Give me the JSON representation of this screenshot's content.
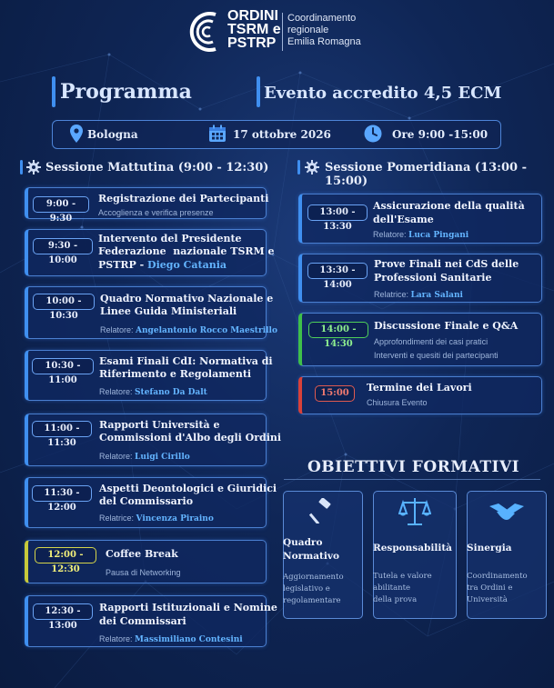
{
  "header": {
    "logo_line1": "ORDINI",
    "logo_line2a": "TSRM",
    "logo_line2b": "e",
    "logo_line3": "PSTRP",
    "org_line1": "Coordinamento",
    "org_line2": "regionale",
    "org_line3": "Emilia Romagna"
  },
  "titles": {
    "programma": "Programma",
    "evento": "Evento accredito 4,5 ECM"
  },
  "info": {
    "location": "Bologna",
    "date": "17 ottobre 2026",
    "time": "Ore 9:00 -15:00"
  },
  "morning": {
    "title": "Sessione Mattutina (9:00 - 12:30)",
    "items": [
      {
        "time": "9:00 - 9:30",
        "title1": "Registrazione dei Partecipanti",
        "sub": "Accoglienza e verifica presenze"
      },
      {
        "time": "9:30 - 10:00",
        "title1": "Intervento del Presidente",
        "title2": "Federazione  nazionale TSRM e",
        "title3a": "PSTRP - ",
        "speaker": "Diego Catania"
      },
      {
        "time": "10:00 - 10:30",
        "title1": "Quadro Normativo Nazionale e",
        "title2": "Linee Guida Ministeriali",
        "role": "Relatore: ",
        "speaker": "Angelantonio Rocco Maestrillo"
      },
      {
        "time": "10:30 - 11:00",
        "title1": "Esami Finali CdI: Normativa di",
        "title2": "Riferimento e Regolamenti",
        "role": "Relatore: ",
        "speaker": "Stefano Da Dalt"
      },
      {
        "time": "11:00 - 11:30",
        "title1": "Rapporti Università e",
        "title2": "Commissioni d'Albo degli Ordini",
        "role": "Relatore: ",
        "speaker": "Luigi Cirillo"
      },
      {
        "time": "11:30 - 12:00",
        "title1": "Aspetti Deontologici e Giuridici",
        "title2": "del Commissario",
        "role": "Relatrice: ",
        "speaker": "Vincenza Piraino"
      },
      {
        "time": "12:00 - 12:30",
        "title1": "Coffee Break",
        "sub": "Pausa di Networking"
      },
      {
        "time": "12:30 - 13:00",
        "title1": "Rapporti Istituzionali e Nomine",
        "title2": "dei Commissari",
        "role": "Relatore: ",
        "speaker": "Massimiliano Contesini"
      }
    ]
  },
  "afternoon": {
    "title": "Sessione Pomeridiana (13:00 - 15:00)",
    "items": [
      {
        "time": "13:00 - 13:30",
        "title1": "Assicurazione della qualità",
        "title2": "dell'Esame",
        "role": "Relatore: ",
        "speaker": "Luca Pingani"
      },
      {
        "time": "13:30 - 14:00",
        "title1": "Prove Finali nei CdS delle",
        "title2": "Professioni Sanitarie",
        "role": "Relatrice: ",
        "speaker": "Lara Salani"
      },
      {
        "time": "14:00 - 14:30",
        "title1": "Discussione Finale e Q&A",
        "sub1": "Approfondimenti dei casi pratici",
        "sub2": "Interventi e quesiti dei partecipanti"
      },
      {
        "time": "15:00",
        "title1": "Termine dei Lavori",
        "sub": "Chiusura Evento"
      }
    ]
  },
  "objectives": {
    "title": "OBIETTIVI FORMATIVI",
    "cards": [
      {
        "head1": "Quadro",
        "head2": "Normativo",
        "desc1": "Aggiornamento",
        "desc2": "legislativo e",
        "desc3": "regolamentare",
        "icon": "gavel-icon"
      },
      {
        "head1": "Responsabilità",
        "desc1": "Tutela e valore",
        "desc2": "abilitante",
        "desc3": "della prova",
        "icon": "scales-icon"
      },
      {
        "head1": "Sinergia",
        "desc1": "Coordinamento",
        "desc2": "tra Ordini e",
        "desc3": "Università",
        "icon": "handshake-icon"
      }
    ]
  },
  "colors": {
    "accent_blue": "#3f8ff0",
    "accent_green": "#3fbf4a",
    "accent_yellow": "#c7c93a",
    "accent_red": "#d8413a",
    "speaker_blue": "#63b4ff"
  }
}
